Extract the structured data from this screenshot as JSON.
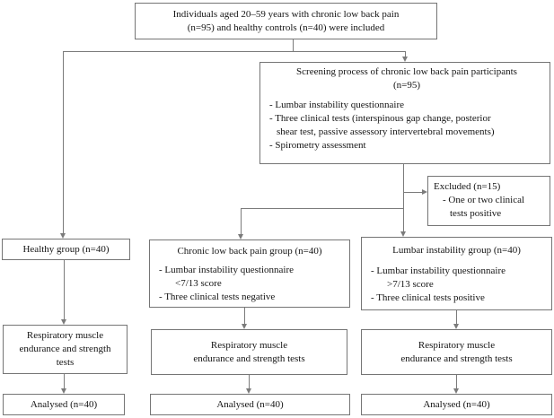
{
  "diagram": {
    "colors": {
      "box_border": "#757575",
      "connector": "#7b7b7b",
      "text": "#141414",
      "background": "#ffffff"
    },
    "nodes": {
      "included": {
        "line1": "Individuals aged 20–59 years with chronic low back pain",
        "line2": "(n=95) and healthy controls (n=40) were included"
      },
      "screening": {
        "title1": "Screening process of chronic low back pain participants",
        "title2": "(n=95)",
        "item1": "- Lumbar instability questionnaire",
        "item2a": "- Three clinical tests (interspinous gap change, posterior",
        "item2b": "shear test, passive assessory intervertebral movements)",
        "item3": "- Spirometry assessment"
      },
      "excluded": {
        "title": "Excluded (n=15)",
        "item1a": "- One or two clinical",
        "item1b": "tests positive"
      },
      "healthy": {
        "title": "Healthy group (n=40)"
      },
      "clbp": {
        "title": "Chronic low back pain group (n=40)",
        "item1a": "- Lumbar instability questionnaire",
        "item1b": "<7/13 score",
        "item2": "- Three clinical tests negative"
      },
      "lumbar": {
        "title": "Lumbar instability group (n=40)",
        "item1a": "- Lumbar instability questionnaire",
        "item1b": ">7/13 score",
        "item2": "- Three clinical tests positive"
      },
      "resp_left": {
        "line1": "Respiratory muscle",
        "line2": "endurance and strength",
        "line3": "tests"
      },
      "resp_mid": {
        "line1": "Respiratory muscle",
        "line2": "endurance and strength tests"
      },
      "resp_right": {
        "line1": "Respiratory muscle",
        "line2": "endurance and strength tests"
      },
      "analysed_left": {
        "label": "Analysed (n=40)"
      },
      "analysed_mid": {
        "label": "Analysed (n=40)"
      },
      "analysed_right": {
        "label": "Analysed (n=40)"
      }
    }
  }
}
